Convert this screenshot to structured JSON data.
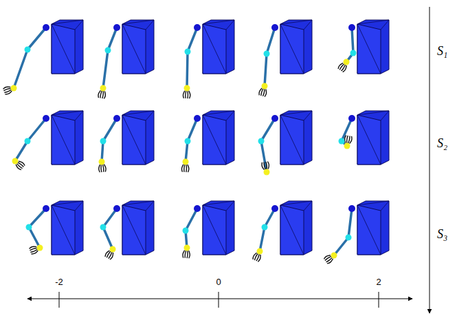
{
  "diagram": {
    "labels": [
      "S₁",
      "S₂",
      "S₃",
      "-2",
      "0",
      "2"
    ]
  }
}
